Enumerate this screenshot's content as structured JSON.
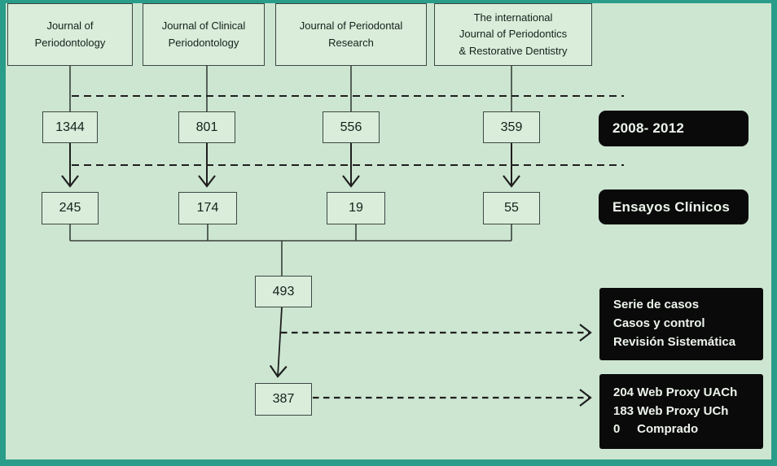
{
  "palette": {
    "frame_border": "#2a9c8a",
    "background": "#cde6d1",
    "node_fill": "#d9edda",
    "node_stroke": "#3d4742",
    "connector": "#39413b",
    "dashed_line": "#1f1f1f",
    "label_box_bg": "#0a0a0a",
    "label_box_text": "#edf4ec"
  },
  "journals": [
    {
      "label": "Journal of\nPeriodontology"
    },
    {
      "label": "Journal of Clinical\nPeriodontology"
    },
    {
      "label": "Journal of Periodontal\nResearch"
    },
    {
      "label": "The international\nJournal of Periodontics\n& Restorative Dentistry"
    }
  ],
  "stage1": {
    "counts": [
      "1344",
      "801",
      "556",
      "359"
    ],
    "label": "2008- 2012"
  },
  "stage2": {
    "counts": [
      "245",
      "174",
      "19",
      "55"
    ],
    "label": "Ensayos Clínicos"
  },
  "pooled_count": "493",
  "excluded_box": {
    "lines": [
      "Serie de casos",
      "Casos y control",
      "Revisión Sistemática"
    ]
  },
  "final_count": "387",
  "access_box": {
    "lines": [
      "204 Web Proxy UACh",
      "183 Web Proxy UCh",
      "0     Comprado"
    ]
  }
}
